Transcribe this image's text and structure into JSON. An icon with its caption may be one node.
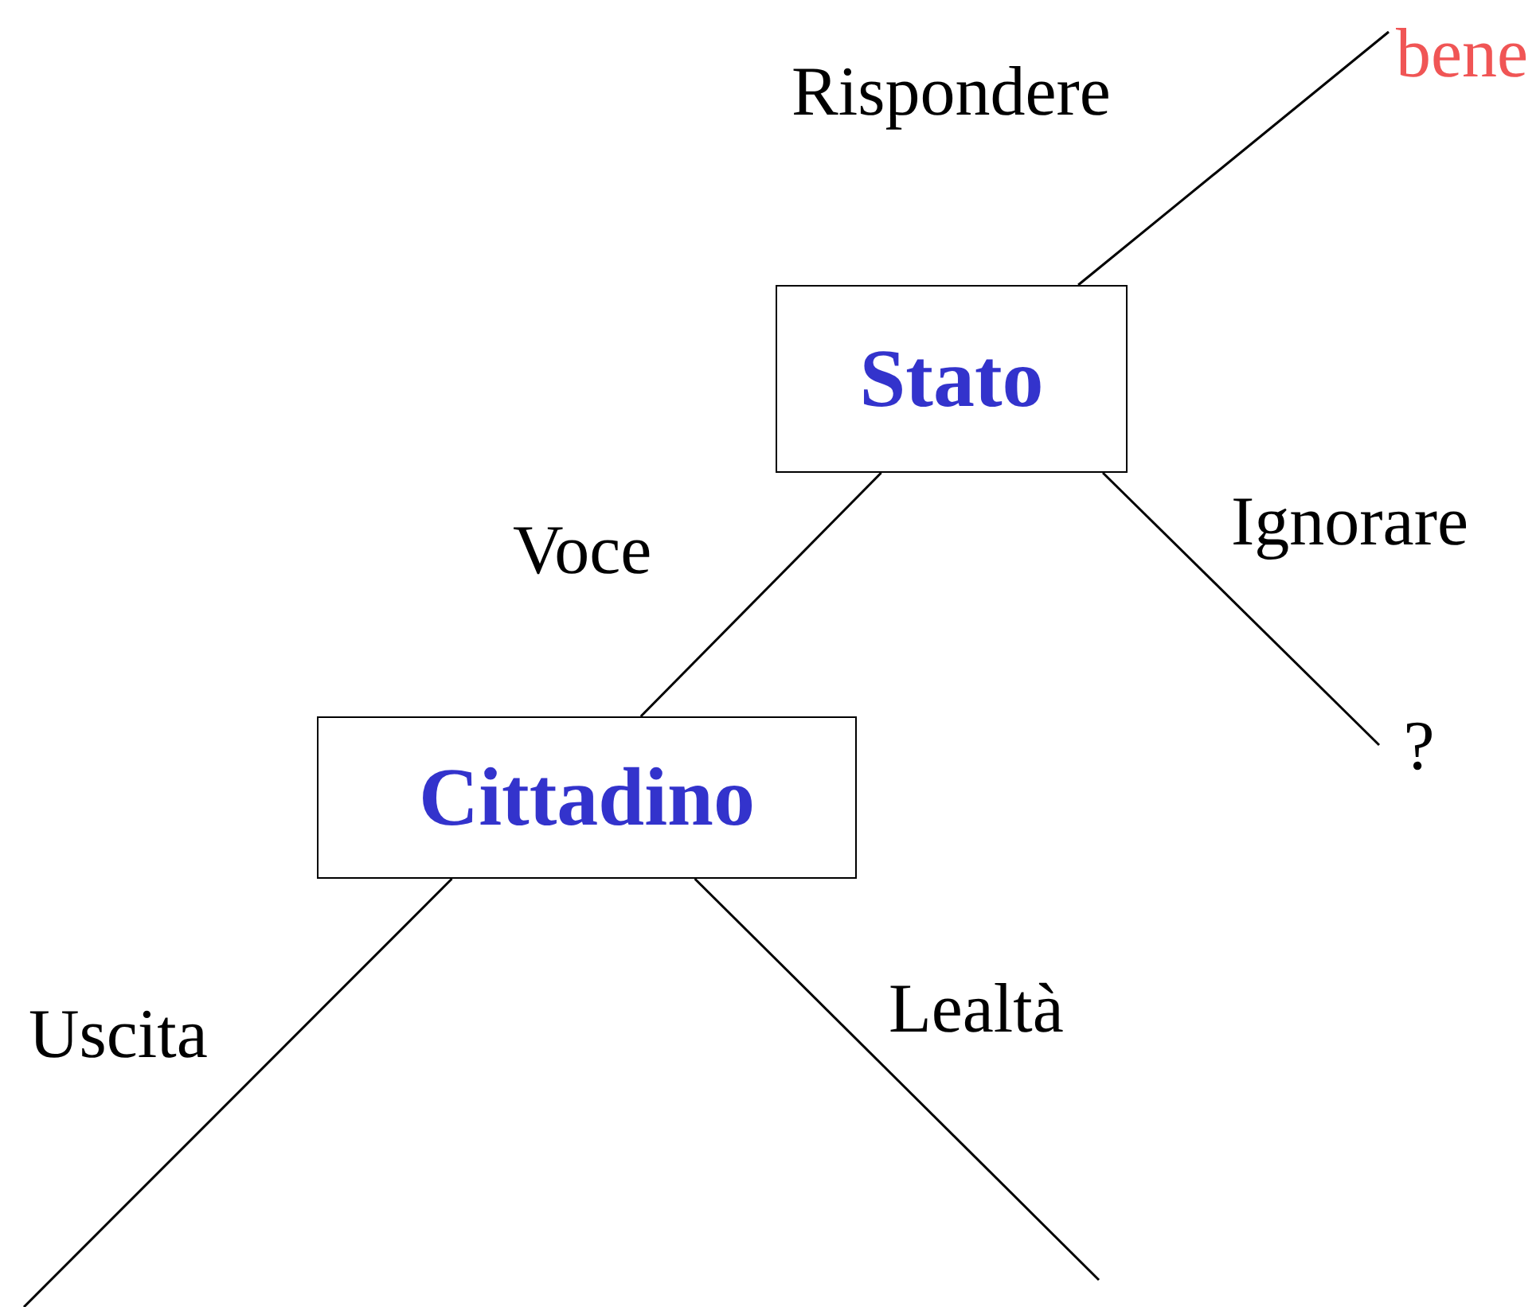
{
  "diagram": {
    "nodes": [
      {
        "text": [
          "Stato"
        ]
      },
      {
        "text": [
          "Cittadino"
        ]
      },
      {
        "text": [
          "?"
        ]
      },
      {
        "text": [
          "bene"
        ]
      }
    ],
    "edges": [
      {
        "from": 0,
        "to": 3,
        "arrow": "none",
        "label": "Rispondere"
      },
      {
        "from": 0,
        "to": 2,
        "arrow": "none",
        "label": "Ignorare"
      },
      {
        "from": 0,
        "to": 1,
        "arrow": "none",
        "label": "Voce"
      },
      {
        "from": 1,
        "to": null,
        "arrow": "none",
        "label": "Uscita"
      },
      {
        "from": 1,
        "to": null,
        "arrow": "none",
        "label": "Lealtà"
      }
    ]
  }
}
